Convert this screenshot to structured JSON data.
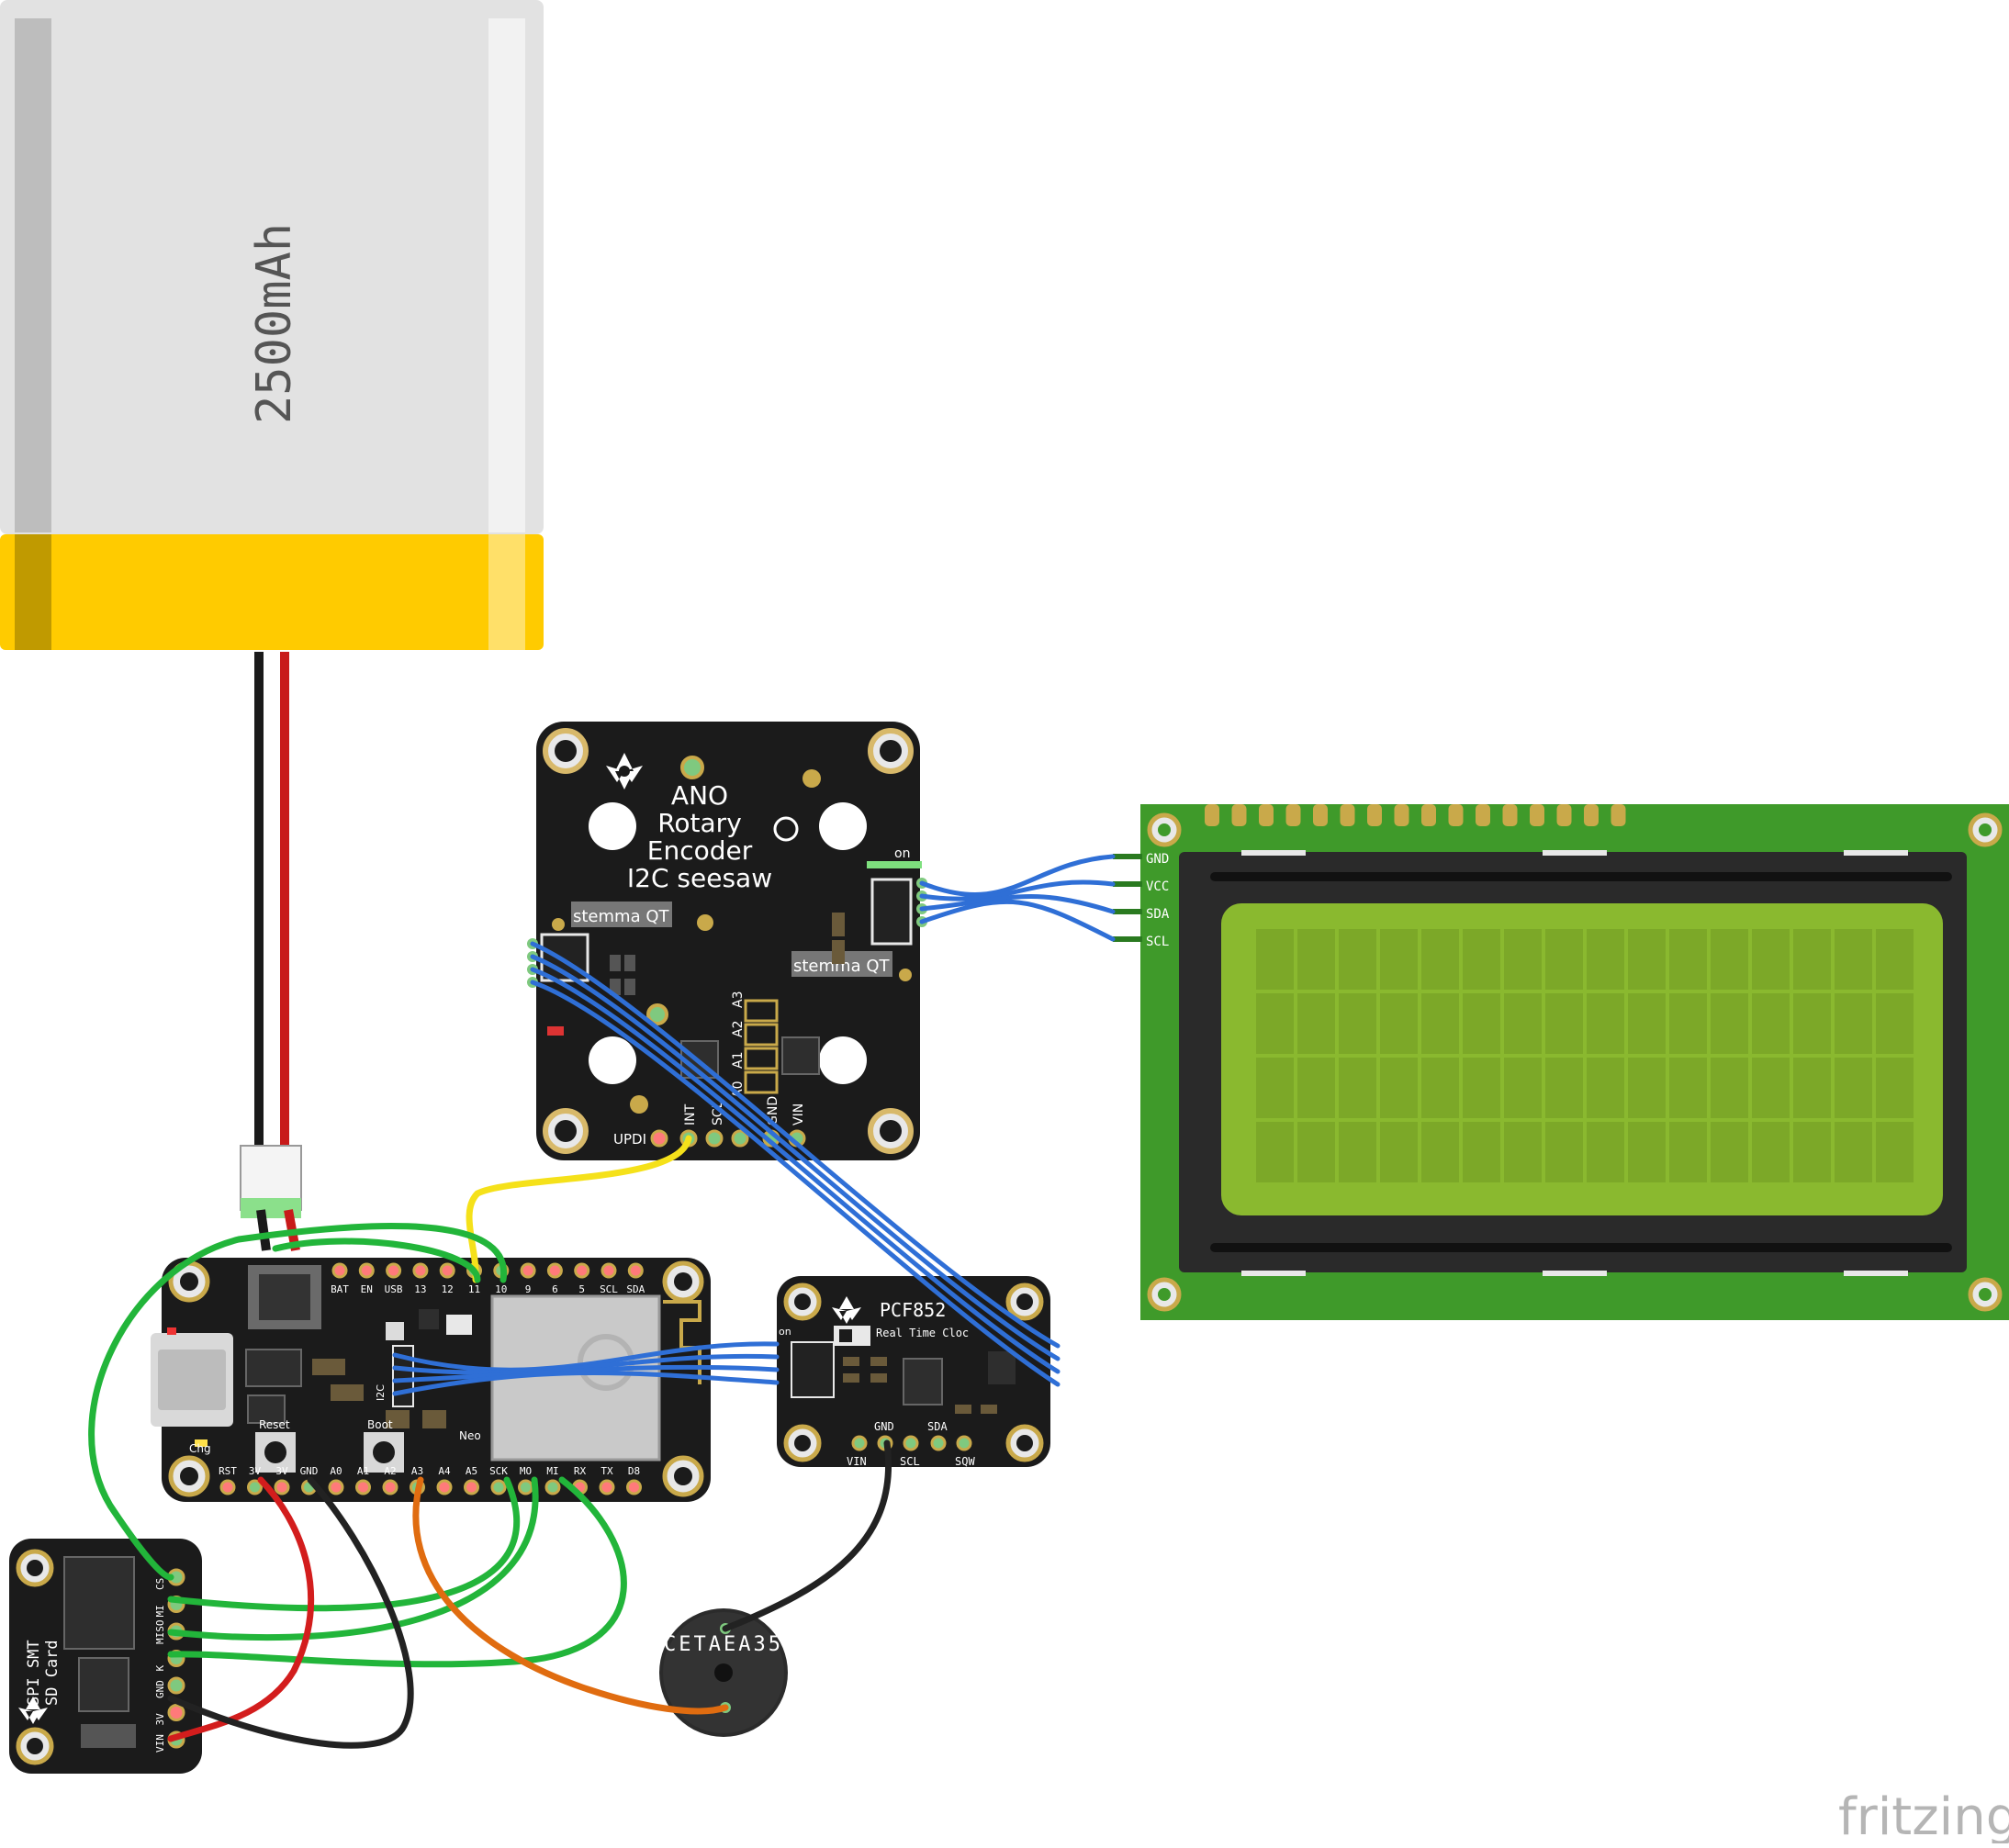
{
  "battery": {
    "capacity_label": "2500mAh",
    "body_color": "#e2e2e2",
    "band_color": "#ffcb00"
  },
  "encoder": {
    "title_line1": "ANO",
    "title_line2": "Rotary",
    "title_line3": "Encoder",
    "title_line4": "I2C seesaw",
    "stemma_left": "stemma QT",
    "stemma_right": "stemma QT",
    "on_label": "on",
    "updi_label": "UPDI",
    "int_label": "INT",
    "scl_label": "SCL",
    "gnd_label": "GND",
    "vin_label": "VIN",
    "addr_labels": [
      "A0",
      "A1",
      "A2",
      "A3"
    ]
  },
  "lcd": {
    "pins": [
      "GND",
      "VCC",
      "SDA",
      "SCL"
    ],
    "board_color": "#3f9a2a",
    "screen_color": "#8ab92f"
  },
  "feather": {
    "top_pins": [
      "BAT",
      "EN",
      "USB",
      "13",
      "12",
      "11",
      "10",
      "9",
      "6",
      "5",
      "SCL",
      "SDA"
    ],
    "bottom_pins": [
      "RST",
      "3V",
      "3V",
      "GND",
      "A0",
      "A1",
      "A2",
      "A3",
      "A4",
      "A5",
      "SCK",
      "MO",
      "MI",
      "RX",
      "TX",
      "D8"
    ],
    "reset_label": "Reset",
    "boot_label": "Boot",
    "chg_label": "Chg",
    "neo_label": "Neo",
    "i2c_label": "I2C"
  },
  "rtc": {
    "title": "PCF852",
    "subtitle": "Real Time Cloc",
    "on_label": "on",
    "pins_top": [
      "GND",
      "SDA"
    ],
    "pins_bottom": [
      "VIN",
      "SCL",
      "SQW"
    ]
  },
  "sdcard": {
    "title_line1": "SPI SMT",
    "title_line2": "SD Card",
    "pins": [
      "CS",
      "MI",
      "MISO",
      "K",
      "GND",
      "3V",
      "VIN"
    ]
  },
  "buzzer": {
    "label": "CETAEA35"
  },
  "watermark": {
    "text": "fritzing"
  },
  "colors": {
    "wire_blue": "#2f6fd6",
    "wire_green": "#22b53a",
    "wire_red": "#d31d1d",
    "wire_black": "#222222",
    "wire_yellow": "#f5e11a",
    "wire_orange": "#e06c10",
    "pcb_black": "#1b1b1b"
  }
}
